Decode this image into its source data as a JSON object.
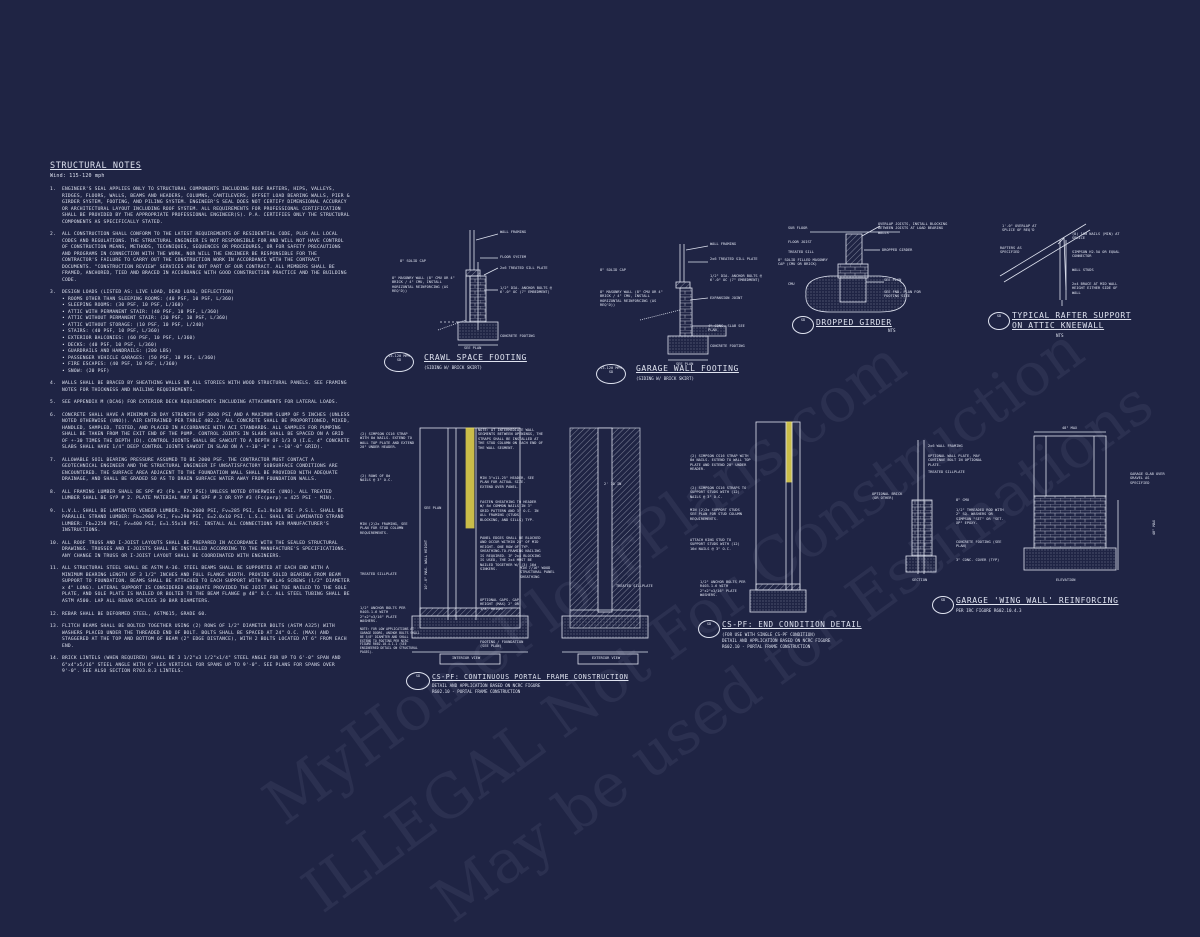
{
  "notes": {
    "title": "STRUCTURAL NOTES",
    "subtitle": "Wind: 115-120 mph",
    "items": [
      {
        "n": "1.",
        "t": "ENGINEER'S SEAL APPLIES ONLY TO STRUCTURAL COMPONENTS INCLUDING ROOF RAFTERS, HIPS, VALLEYS, RIDGES, FLOORS, WALLS, BEAMS AND HEADERS, COLUMNS, CANTILEVERS, OFFSET LOAD BEARING WALLS, PIER & GIRDER SYSTEM, FOOTING, AND PILING SYSTEM. ENGINEER'S SEAL DOES NOT CERTIFY DIMENSIONAL ACCURACY OR ARCHITECTURAL LAYOUT INCLUDING ROOF SYSTEM. ALL REQUIREMENTS FOR PROFESSIONAL CERTIFICATION SHALL BE PROVIDED BY THE APPROPRIATE PROFESSIONAL ENGINEER(S). P.A. CERTIFIES ONLY THE STRUCTURAL COMPONENTS AS SPECIFICALLY STATED."
      },
      {
        "n": "2.",
        "t": "ALL CONSTRUCTION SHALL CONFORM TO THE LATEST REQUIREMENTS OF RESIDENTIAL CODE, PLUS ALL LOCAL CODES AND REGULATIONS. THE STRUCTURAL ENGINEER IS NOT RESPONSIBLE FOR AND WILL NOT HAVE CONTROL OF CONSTRUCTION MEANS, METHODS, TECHNIQUES, SEQUENCES OR PROCEDURES, OR FOR SAFETY PRECAUTIONS AND PROGRAMS IN CONNECTION WITH THE WORK, NOR WILL THE ENGINEER BE RESPONSIBLE FOR THE CONTRACTOR'S FAILURE TO CARRY OUT THE CONSTRUCTION WORK IN ACCORDANCE WITH THE CONTRACT DOCUMENTS. \"CONSTRUCTION REVIEW\" SERVICES ARE NOT PART OF OUR CONTRACT. ALL MEMBERS SHALL BE FRAMED, ANCHORED, TIED AND BRACED IN ACCORDANCE WITH GOOD CONSTRUCTION PRACTICE AND THE BUILDING CODE."
      },
      {
        "n": "3.",
        "t": "DESIGN LOADS (LISTED AS: LIVE LOAD, DEAD LOAD, DEFLECTION)"
      },
      {
        "n": "4.",
        "t": "WALLS SHALL BE BRACED BY SHEATHING WALLS ON ALL STORIES WITH WOOD STRUCTURAL PANELS. SEE FRAMING NOTES FOR THICKNESS AND NAILING REQUIREMENTS."
      },
      {
        "n": "5.",
        "t": "SEE APPENDIX M (DCA6) FOR EXTERIOR DECK REQUIREMENTS INCLUDING ATTACHMENTS FOR LATERAL LOADS."
      },
      {
        "n": "6.",
        "t": "CONCRETE SHALL HAVE A MINIMUM 28 DAY STRENGTH OF 3000 PSI AND A MAXIMUM SLUMP OF 5 INCHES (UNLESS NOTED OTHERWISE (UNO)). AIR ENTRAINED PER TABLE 402.2. ALL CONCRETE SHALL BE PROPORTIONED, MIXED, HANDLED, SAMPLED, TESTED, AND PLACED IN ACCORDANCE WITH ACI STANDARDS. ALL SAMPLES FOR PUMPING SHALL BE TAKEN FROM THE EXIT END OF THE PUMP. CONTROL JOINTS IN SLABS SHALL BE SPACED ON A GRID OF +-30 TIMES THE DEPTH (D). CONTROL JOINTS SHALL BE SAWCUT TO A DEPTH OF 1/3 D (I.E. 4\" CONCRETE SLABS SHALL HAVE 1/4\" DEEP CONTROL JOINTS SAWCUT IN SLAB ON A +-10'-0\" x +-10'-0\" GRID)."
      },
      {
        "n": "7.",
        "t": "ALLOWABLE SOIL BEARING PRESSURE ASSUMED TO BE 2000 PSF. THE CONTRACTOR MUST CONTACT A GEOTECHNICAL ENGINEER AND THE STRUCTURAL ENGINEER IF UNSATISFACTORY SUBSURFACE CONDITIONS ARE ENCOUNTERED. THE SURFACE AREA ADJACENT TO THE FOUNDATION WALL SHALL BE PROVIDED WITH ADEQUATE DRAINAGE, AND SHALL BE GRADED SO AS TO DRAIN SURFACE WATER AWAY FROM FOUNDATION WALLS."
      },
      {
        "n": "8.",
        "t": "ALL FRAMING LUMBER SHALL BE SPF #2 (Fb = 875 PSI) UNLESS NOTED OTHERWISE (UNO). ALL TREATED LUMBER SHALL BE SYP # 2. PLATE MATERIAL MAY BE SPF # 3 OR SYP #3 (Fc(perp) = 425 PSI - MIN)."
      },
      {
        "n": "9.",
        "t": "L.V.L. SHALL BE LAMINATED VENEER LUMBER: Fb=2600 PSI, Fv=285 PSI, E=1.9x10 PSI. P.S.L. SHALL BE PARALLEL STRAND LUMBER: Fb=2900 PSI, Fv=290 PSI, E=2.0x10 PSI. L.S.L. SHALL BE LAMINATED STRAND LUMBER: Fb=2250 PSI, Fv=400 PSI, E=1.55x10 PSI. INSTALL ALL CONNECTIONS PER MANUFACTURER'S INSTRUCTIONS."
      },
      {
        "n": "10.",
        "t": "ALL ROOF TRUSS AND I-JOIST LAYOUTS SHALL BE PREPARED IN ACCORDANCE WITH THE SEALED STRUCTURAL DRAWINGS. TRUSSES AND I-JOISTS SHALL BE INSTALLED ACCORDING TO THE MANUFACTURE'S SPECIFICATIONS. ANY CHANGE IN TRUSS OR I-JOIST LAYOUT SHALL BE COORDINATED WITH ENGINEERS."
      },
      {
        "n": "11.",
        "t": "ALL STRUCTURAL STEEL SHALL BE ASTM A-36. STEEL BEAMS SHALL BE SUPPORTED AT EACH END WITH A MINIMUM BEARING LENGTH OF 3 1/2\" INCHES AND FULL FLANGE WIDTH. PROVIDE SOLID BEARING FROM BEAM SUPPORT TO FOUNDATION. BEAMS SHALL BE ATTACHED TO EACH SUPPORT WITH TWO LAG SCREWS (1/2\" DIAMETER x 4\" LONG). LATERAL SUPPORT IS CONSIDERED ADEQUATE PROVIDED THE JOIST ARE TOE NAILED TO THE SOLE PLATE, AND SOLE PLATE IS NAILED OR BOLTED TO THE BEAM FLANGE @ 48\" O.C. ALL STEEL TUBING SHALL BE ASTM A500. LAP ALL REBAR SPLICES 30 BAR DIAMETERS."
      },
      {
        "n": "12.",
        "t": "REBAR SHALL BE DEFORMED STEEL, ASTM615, GRADE 60."
      },
      {
        "n": "13.",
        "t": "FLITCH BEAMS SHALL BE BOLTED TOGETHER USING (2) ROWS OF 1/2\" DIAMETER BOLTS (ASTM A325) WITH WASHERS PLACED UNDER THE THREADED END OF BOLT. BOLTS SHALL BE SPACED AT 24\" O.C. (MAX) AND STAGGERED AT THE TOP AND BOTTOM OF BEAM (2\" EDGE DISTANCE), WITH 2 BOLTS LOCATED AT 6\" FROM EACH END."
      },
      {
        "n": "14.",
        "t": "BRICK LINTELS (WHEN REQUIRED) SHALL BE 3 1/2\"x3 1/2\"x1/4\" STEEL ANGLE FOR UP TO 6'-0\" SPAN AND 6\"x4\"x5/16\" STEEL ANGLE WITH 6\" LEG VERTICAL FOR SPANS UP TO 9'-0\". SEE PLANS FOR SPANS OVER 9'-0\". SEE ALSO SECTION R703.8.3 LINTELS."
      }
    ],
    "loads": [
      "ROOMS OTHER THAN SLEEPING ROOMS: (40 PSF, 10 PSF, L/360)",
      "SLEEPING ROOMS: (30 PSF, 10 PSF, L/360)",
      "ATTIC WITH PERMANENT STAIR: (40 PSF, 10 PSF, L/360)",
      "ATTIC WITHOUT PERMANENT STAIR: (20 PSF, 10 PSF, L/360)",
      "ATTIC WITHOUT STORAGE: (10 PSF, 10 PSF, L/240)",
      "STAIRS: (40 PSF, 10 PSF, L/360)",
      "EXTERIOR BALCONIES: (60 PSF, 10 PSF, L/360)",
      "DECKS: (40 PSF, 10 PSF, L/360)",
      "GUARDRAILS AND HANDRAILS: (200 LBS)",
      "PASSENGER VEHICLE GARAGES: (50 PSF, 10 PSF, L/360)",
      "FIRE ESCAPES: (40 PSF, 10 PSF, L/360)",
      "SNOW: (20 PSF)"
    ]
  },
  "details": {
    "crawl": {
      "title": "CRAWL SPACE FOOTING",
      "sub": "(SIDING W/ BRICK SKIRT)",
      "tag": "15-120 MPH",
      "scale": "SD",
      "labels": [
        "WALL FRAMING",
        "FLOOR SYSTEM",
        "2x6 TREATED SILL PLATE",
        "1/2\" DIA. ANCHOR BOLTS @ 6'-0\" OC (7\" EMBEDMENT)",
        "8\" SOLID CAP",
        "8\" MASONRY WALL (8\" CMU OR 4\" BRICK / 4\" CMU, INSTALL HORIZONTAL REINFORCING (AS REQ'D))",
        "CONCRETE FOOTING",
        "SEE PLAN"
      ]
    },
    "garage": {
      "title": "GARAGE WALL FOOTING",
      "sub": "(SIDING W/ BRICK SKIRT)",
      "tag": "15-120 MPH",
      "scale": "SD",
      "labels": [
        "WALL FRAMING",
        "2x6 TREATED SILL PLATE",
        "1/2\" DIA. ANCHOR BOLTS @ 6'-0\" OC (7\" EMBEDMENT)",
        "EXPANSION JOINT",
        "4\" CONC. SLAB SEE PLAN",
        "CONCRETE FOOTING",
        "8\" SOLID CAP",
        "8\" MASONRY WALL (8\" CMU OR 4\" BRICK / 4\" CMU, INSTALL HORIZONTAL REINFORCING (AS REQ'D))",
        "SEE PLAN"
      ]
    },
    "girder": {
      "title": "DROPPED GIRDER",
      "tag": "SD",
      "scale": "NTS",
      "labels": [
        "SUB FLOOR",
        "FLOOR JOIST",
        "TREATED SILL",
        "8\" SOLID FILLED MASONRY CAP (CMU OR BRICK)",
        "CMU",
        "OVERLAP JOISTS, INSTALL BLOCKING BETWEEN JOISTS AT LOAD BEARING WALLS",
        "DROPPED GIRDER",
        "SEE PLAN",
        "SEE FND. PLAN FOR FOOTING SIZE"
      ]
    },
    "rafter": {
      "title": "TYPICAL RAFTER SUPPORT ON ATTIC KNEEWALL",
      "sub": "NTS",
      "tag": "SD",
      "labels": [
        "1'-0\" OVERLAP AT SPLICE OF REQ'D",
        "RAFTERS AS SPECIFIED",
        "(8) 10d NAILS (MIN) AT SPLICE",
        "SIMPSON H2.5A OR EQUAL CONNECTOR",
        "WALL STUDS",
        "2x4 BRACE AT MID WALL HEIGHT EITHER SIDE OF WALL"
      ]
    },
    "portal": {
      "title": "CS-PF: CONTINUOUS PORTAL FRAME CONSTRUCTION",
      "sub1": "DETAIL AND APPLICATION BASED ON NCRC FIGURE",
      "sub2": "R602.10 - PORTAL FRAME CONSTRUCTION",
      "tag": "SD",
      "interior": "INTERIOR VIEW",
      "exterior": "EXTERIOR VIEW",
      "labels": [
        "(2) SIMPSON CS16 STRAP WITH 8d NAILS. EXTEND TO WALL TOP PLATE AND EXTEND 20\" UNDER HEADER.",
        "(2) ROWS OF 8d NAILS @ 3\" O.C.",
        "SEE PLAN",
        "MIN (2)2x FRAMING, SEE PLAN FOR STUD COLUMN REQUIREMENTS.",
        "TREATED SILLPLATE",
        "1/2\" ANCHOR BOLTS PER R403.1.6 WITH 2\"x2\"x3/16\" PLATE WASHERS.",
        "NOTE: FOR LOW APPLICATIONS AT GARAGE DOORS, ANCHOR BOLTS SHALL BE 5/8\" DIAMETER AND SHALL EXTEND TO FOOTING PER NCRC FIGURE R602.10.4.1.1 (SEE ENGINEERED DETAIL ON STRUCTURAL PAGES).",
        "NOTE: AT INTERMEDIATE WALL SEGMENTS BETWEEN OPENINGS, THE STRAPS SHALL BE INSTALLED AT THE STUD COLUMN ON EACH END OF THE WALL SEGMENT.",
        "MIN 3\"x11.25\" HEADER, SEE PLAN FOR ACTUAL SIZE. EXTEND OVER PANEL.",
        "FASTEN SHEATHING TO HEADER W/ 8d COMMON NAILS IN 3\" GRID PATTERN AND 3\" O.C. IN ALL FRAMING (STUDS, BLOCKING, AND SILLS) TYP.",
        "PANEL EDGES SHALL BE BLOCKED AND OCCUR WITHIN 24\" OF MID HEIGHT. ONE ROW OF TYP. SHEATHING-TO-FRAMING NAILING IS REQUIRED. IF 2x4 BLOCKING IS USED, THE 2x4 MUST BE NAILED TOGETHER W/ (3) 16d SINKERS.",
        "MIN 7/16\" WOOD STRUCTURAL PANEL SHEATHING",
        "TREATED SILLPLATE",
        "OPTIONAL GAPS. GAP HEIGHT (MAX) 2\" OR 1/8\" HEIGHT",
        "FOOTING / FOUNDATION (SEE PLAN)",
        "2' 10 IN",
        "10'-0\" MAX. WALL HEIGHT"
      ]
    },
    "endcond": {
      "title": "CS-PF: END CONDITION DETAIL",
      "sub1": "(FOR USE WITH SINGLE CS-PF CONDITION)",
      "sub2": "DETAIL AND APPLICATION BASED ON NCRC FIGURE",
      "sub3": "R602.10 - PORTAL FRAME CONSTRUCTION",
      "tag": "SD",
      "labels": [
        "(2) SIMPSON CS16 STRAP WITH 8d NAILS. EXTEND TO WALL TOP PLATE AND EXTEND 20\" UNDER HEADER.",
        "(2) SIMPSON CS16 STRAPS TO SUPPORT STUDS WITH (12) NAILS @ 3\" O.C.",
        "MIN (2)2x SUPPORT STUDS SEE PLAN FOR STUD COLUMN REQUIREMENTS.",
        "ATTACH KING STUD TO SUPPORT STUDS WITH (12) 16d NAILS @ 3\" O.C.",
        "1/2\" ANCHOR BOLTS PER R403.1.6 WITH 2\"x2\"x3/16\" PLATE WASHERS."
      ]
    },
    "garagewing": {
      "title": "GARAGE 'WING WALL' REINFORCING",
      "sub": "PER IRC FIGURE R602.10.4.3",
      "tag": "SD",
      "section": "SECTION",
      "elevation": "ELEVATION",
      "labels": [
        "48\" MAX",
        "2x6 WALL FRAMING",
        "OPTIONAL WALL PLATE, MAY CONTINUE BOLT IN OPTIONAL PLATE.",
        "TREATED SILLPLATE",
        "OPTIONAL BRICK (OR OTHER)",
        "8\" CMU",
        "1/2\" THREADED ROD WITH 2\" SQ. WASHERS OR SIMPSON \"SET\" OR \"SET-XP\" EPOXY.",
        "CONCRETE FOOTING (SEE PLAN)",
        "3\" CONC. COVER (TYP)",
        "GARAGE SLAB OVER GRAVEL AS SPECIFIED",
        "48\" MAX"
      ]
    }
  },
  "watermark": {
    "lines": [
      "MyHomeFloorPlans.com",
      "ILLEGAL Not For Construction",
      "May be used for Estimations"
    ]
  },
  "colors": {
    "background": "#1f2444",
    "line": "#dfe3f0",
    "highlight": "#e8d84a"
  }
}
